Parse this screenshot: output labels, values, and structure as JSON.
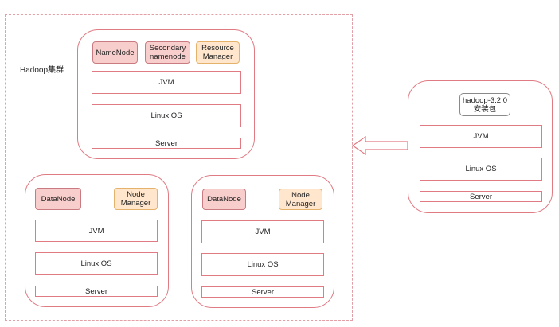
{
  "cluster": {
    "label": "Hadoop集群"
  },
  "master": {
    "roles": [
      {
        "label": "NameNode",
        "color": "red"
      },
      {
        "label": "Secondary\nnamenode",
        "color": "red"
      },
      {
        "label": "Resource\nManager",
        "color": "orange"
      }
    ],
    "jvm": "JVM",
    "os": "Linux OS",
    "server": "Server"
  },
  "worker1": {
    "roles": [
      {
        "label": "DataNode",
        "color": "red"
      },
      {
        "label": "Node\nManager",
        "color": "orange"
      }
    ],
    "jvm": "JVM",
    "os": "Linux OS",
    "server": "Server"
  },
  "worker2": {
    "roles": [
      {
        "label": "DataNode",
        "color": "red"
      },
      {
        "label": "Node\nManager",
        "color": "orange"
      }
    ],
    "jvm": "JVM",
    "os": "Linux OS",
    "server": "Server"
  },
  "installer": {
    "package": "hadoop-3.2.0\n安装包",
    "jvm": "JVM",
    "os": "Linux OS",
    "server": "Server"
  },
  "colors": {
    "role_red": "#f8cecc",
    "role_orange": "#ffe6cc",
    "border_pink": "#e07a83",
    "arrow": "#e07a83"
  }
}
